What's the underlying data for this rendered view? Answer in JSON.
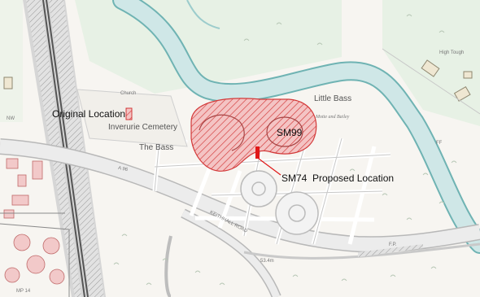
{
  "map": {
    "labels": {
      "original_location": "Original Location",
      "inverurie_cemetery": "Inverurie Cemetery",
      "the_bass": "The Bass",
      "little_bass": "Little Bass",
      "sm99": "SM99",
      "sm74": "SM74",
      "proposed_location": "Proposed Location",
      "church": "Church",
      "motte_and_bailey": "Motte and Bailey",
      "high_tough": "High Tough",
      "road_a": "A 96",
      "keithhall_road": "KEITHHALL ROAD",
      "elevation": "53.4m",
      "fp": "F.P.",
      "mp": "MP 14",
      "nw": "NW",
      "ff": "FF"
    },
    "colors": {
      "river": "#cfe7e7",
      "river_edge": "#6fb3b3",
      "scheduled_hatch": "#d33a3a",
      "scheduled_fill": "#f4c4c4",
      "marker": "#e01818",
      "green_land": "#e7f1e5",
      "paper": "#f7f5f1",
      "road": "#e9e9e9"
    }
  }
}
